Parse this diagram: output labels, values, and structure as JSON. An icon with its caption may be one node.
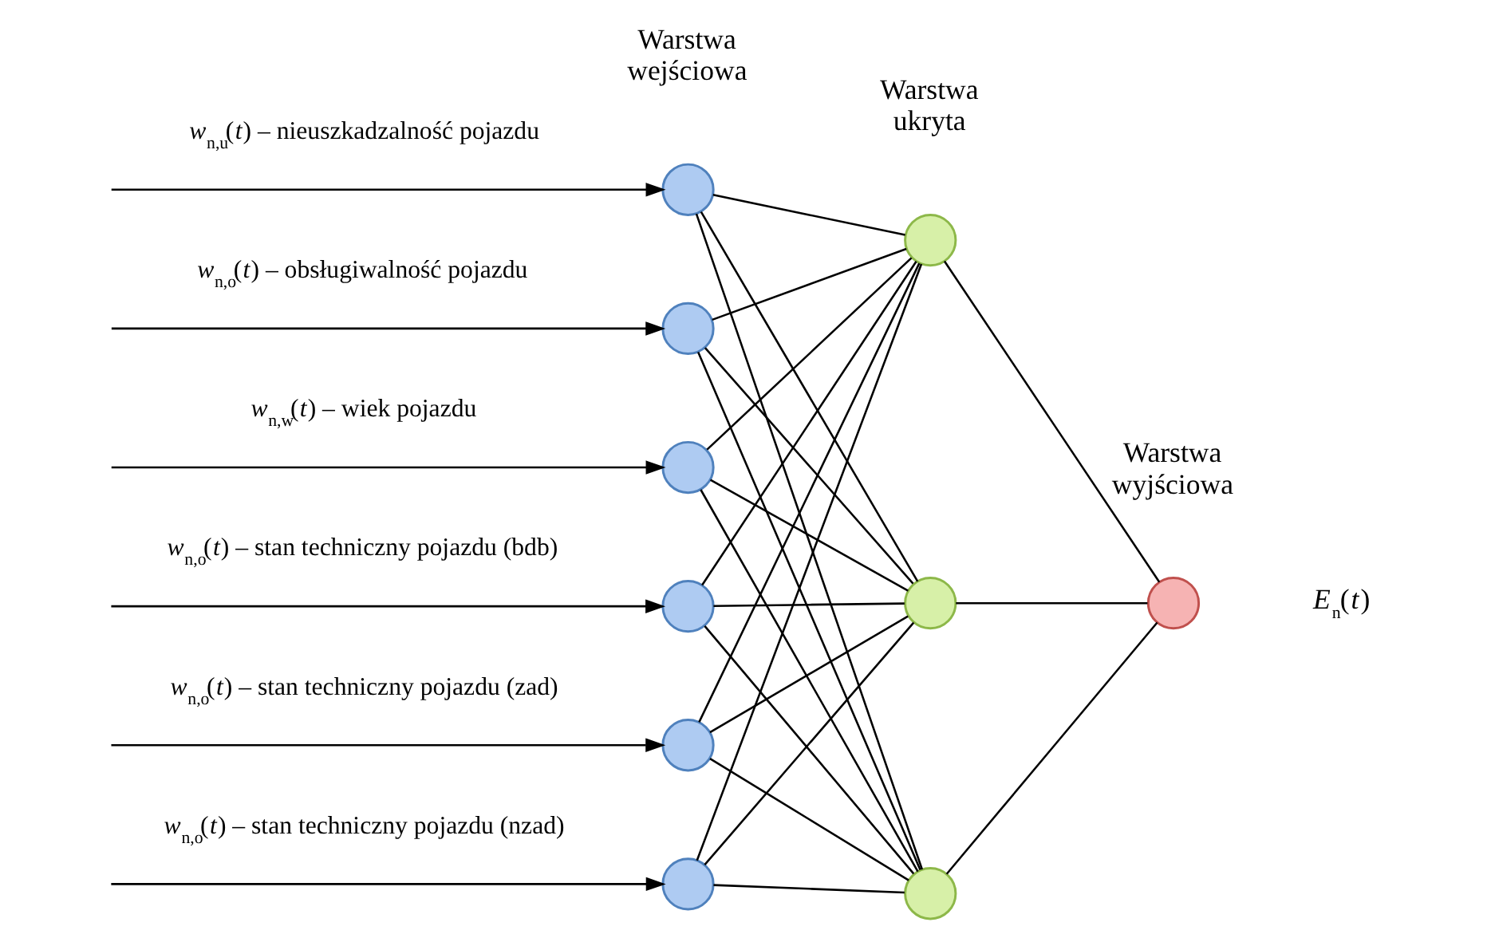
{
  "diagram": {
    "nodes": [
      {
        "text": [],
        "shape": "circle"
      },
      {
        "text": [],
        "shape": "circle"
      },
      {
        "text": [],
        "shape": "circle"
      },
      {
        "text": [],
        "shape": "circle"
      },
      {
        "text": [],
        "shape": "circle"
      },
      {
        "text": [],
        "shape": "circle"
      },
      {
        "text": [],
        "shape": "circle"
      },
      {
        "text": [],
        "shape": "circle"
      },
      {
        "text": [],
        "shape": "circle"
      },
      {
        "text": [],
        "shape": "circle",
        "beside": [
          "*E*$_{n}$(*t*)"
        ]
      }
    ],
    "edges": [
      {
        "from": null,
        "to": 0,
        "arrow": "to",
        "label": "*w*$_{n,u}$(*t*) – nieuszkadzalność pojazdu"
      },
      {
        "from": null,
        "to": 1,
        "arrow": "to",
        "label": "*w*$_{n,o}$(*t*) – obsługiwalność pojazdu"
      },
      {
        "from": null,
        "to": 2,
        "arrow": "to",
        "label": "*w*$_{n,w}$(*t*) – wiek pojazdu"
      },
      {
        "from": null,
        "to": 3,
        "arrow": "to",
        "label": "*w*$_{n,o}$(*t*) – stan techniczny pojazdu (bdb)"
      },
      {
        "from": null,
        "to": 4,
        "arrow": "to",
        "label": "*w*$_{n,o}$(*t*) – stan techniczny pojazdu (zad)"
      },
      {
        "from": null,
        "to": 5,
        "arrow": "to",
        "label": "*w*$_{n,o}$(*t*) – stan techniczny pojazdu (nzad)"
      },
      {
        "from": 0,
        "to": 6,
        "arrow": "none"
      },
      {
        "from": 0,
        "to": 7,
        "arrow": "none"
      },
      {
        "from": 0,
        "to": 8,
        "arrow": "none"
      },
      {
        "from": 1,
        "to": 6,
        "arrow": "none"
      },
      {
        "from": 1,
        "to": 7,
        "arrow": "none"
      },
      {
        "from": 1,
        "to": 8,
        "arrow": "none"
      },
      {
        "from": 2,
        "to": 6,
        "arrow": "none"
      },
      {
        "from": 2,
        "to": 7,
        "arrow": "none"
      },
      {
        "from": 2,
        "to": 8,
        "arrow": "none"
      },
      {
        "from": 3,
        "to": 6,
        "arrow": "none"
      },
      {
        "from": 3,
        "to": 7,
        "arrow": "none"
      },
      {
        "from": 3,
        "to": 8,
        "arrow": "none"
      },
      {
        "from": 4,
        "to": 6,
        "arrow": "none"
      },
      {
        "from": 4,
        "to": 7,
        "arrow": "none"
      },
      {
        "from": 4,
        "to": 8,
        "arrow": "none"
      },
      {
        "from": 5,
        "to": 6,
        "arrow": "none"
      },
      {
        "from": 5,
        "to": 7,
        "arrow": "none"
      },
      {
        "from": 5,
        "to": 8,
        "arrow": "none"
      },
      {
        "from": 6,
        "to": 9,
        "arrow": "none"
      },
      {
        "from": 7,
        "to": 9,
        "arrow": "none"
      },
      {
        "from": 8,
        "to": 9,
        "arrow": "none"
      }
    ],
    "labels": [
      "Warstwa wejściowa",
      "Warstwa ukryta",
      "Warstwa wyjściowa"
    ]
  }
}
